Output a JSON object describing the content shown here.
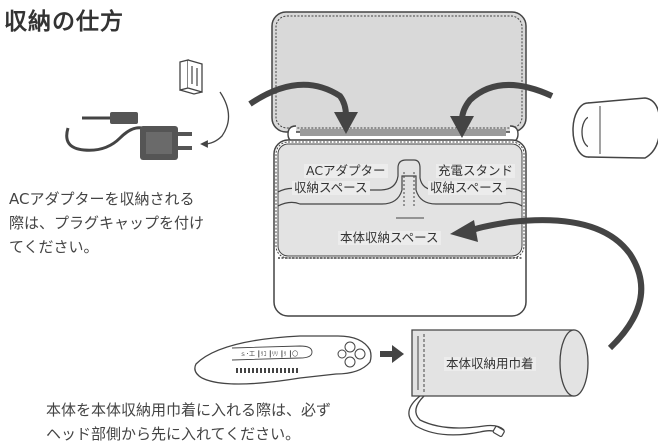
{
  "title": "収納の仕方",
  "ac_note": [
    "ACアダプターを収納される",
    "際は、プラグキャップを付け",
    "てください。"
  ],
  "labels": {
    "ac_space": [
      "ACアダプター",
      "収納スペース"
    ],
    "charger_space": [
      "充電スタンド",
      "収納スペース"
    ],
    "body_space": "本体収納スペース",
    "pouch": "本体収納用巾着"
  },
  "bottom_note": [
    "本体を本体収納用巾着に入れる際は、必ず",
    "ヘッド部側から先に入れてください。"
  ],
  "icons": [
    "plug-cap-icon",
    "ac-adapter-icon",
    "charging-stand-icon",
    "device-icon",
    "pouch-icon",
    "curved-arrow-icon",
    "right-arrow-icon"
  ]
}
